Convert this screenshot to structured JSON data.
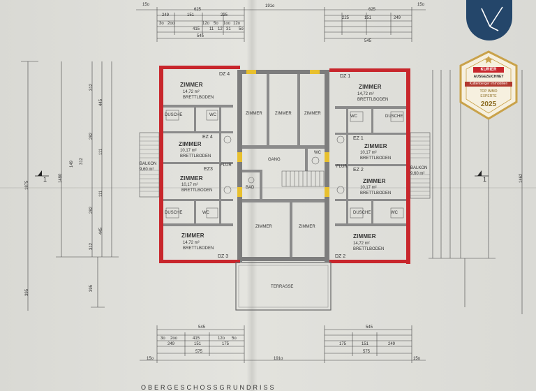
{
  "plan_title": "OBERGESCHOSSGRUNDRISS",
  "section_markers": [
    "1",
    "1"
  ],
  "rooms": {
    "dz4_zimmer": {
      "name": "ZIMMER",
      "area": "14,72 m²",
      "floor": "BRETTLBODEN",
      "unit": "DZ 4"
    },
    "dz1_zimmer": {
      "name": "ZIMMER",
      "area": "14,72 m²",
      "floor": "BRETTLBODEN",
      "unit": "DZ 1"
    },
    "dz3_zimmer": {
      "name": "ZIMMER",
      "area": "14,72 m²",
      "floor": "BRETTLBODEN",
      "unit": "DZ 3"
    },
    "dz2_zimmer": {
      "name": "ZIMMER",
      "area": "14,72 m²",
      "floor": "BRETTLBODEN",
      "unit": "DZ 2"
    },
    "ez4_zimmer": {
      "name": "ZIMMER",
      "area": "10,17 m²",
      "floor": "BRETTLBODEN",
      "unit": "EZ 4"
    },
    "ez3_zimmer": {
      "name": "ZIMMER",
      "area": "10,17 m²",
      "floor": "BRETTLBODEN",
      "unit": "EZ3"
    },
    "ez1_zimmer": {
      "name": "ZIMMER",
      "area": "10,17 m²",
      "floor": "BRETTLBODEN",
      "unit": "EZ 1"
    },
    "ez2_zimmer": {
      "name": "ZIMMER",
      "area": "10,17 m²",
      "floor": "BRETTLBODEN",
      "unit": "EZ 2"
    }
  },
  "center_rooms": {
    "top_left": "ZIMMER",
    "top_mid": "ZIMMER",
    "top_right": "ZIMMER",
    "bottom_left": "ZIMMER",
    "bottom_right": "ZIMMER",
    "gang": "GANG",
    "flur_left": "FLUR",
    "flur_right": "FLUR",
    "bad": "BAD",
    "wc": "WC",
    "terrasse": "TERRASSE"
  },
  "wet_rooms": {
    "dusche": "DUSCHE",
    "wc": "WC"
  },
  "balkon": {
    "label": "BALKON",
    "area": "9,60 m²"
  },
  "top_dims": {
    "overall": "191o",
    "left": "625",
    "right": "625",
    "left_edge": "15o",
    "right_edge": "15o",
    "row2_left": [
      "249",
      "151",
      "225"
    ],
    "row2_right": [
      "225",
      "151",
      "249"
    ],
    "row3_left": [
      "3o",
      "2oo",
      "12o",
      "5o",
      "1oo",
      "12o",
      "5o"
    ],
    "row4_left": [
      "415",
      "11",
      "12",
      "31"
    ],
    "row5_left": "545",
    "row5_right": "545"
  },
  "bottom_dims": {
    "row1_left": "545",
    "row1_right": "545",
    "row2_left": [
      "3o",
      "2oo",
      "415",
      "12o",
      "5o"
    ],
    "row3_left": [
      "249",
      "151",
      "175"
    ],
    "row3_right": [
      "175",
      "151",
      "249"
    ],
    "overall_left": "575",
    "overall_right": "575",
    "total": "191o",
    "edge_left": "15o",
    "edge_right": "15o"
  },
  "side_dims": {
    "left_outer": "1875",
    "left_total": "1480",
    "left_inner": "1462",
    "bottom_left": "395",
    "bottom_right": "395",
    "stack": [
      "312",
      "445",
      "282",
      "111",
      "312",
      "149",
      "111",
      "282",
      "445",
      "312"
    ]
  },
  "badges": {
    "award_brand": "KURIER",
    "award_line1": "AUSGEZEICHNET",
    "award_line2": "Kuttenberger Immobilien",
    "award_line3": "TOP IMMO EXPERTE",
    "award_year": "2025"
  },
  "colors": {
    "wall_red": "#c8262c",
    "wall_grey": "#7d7d7d",
    "badge_navy": "#24466a",
    "award_gold": "#c9a24a"
  }
}
